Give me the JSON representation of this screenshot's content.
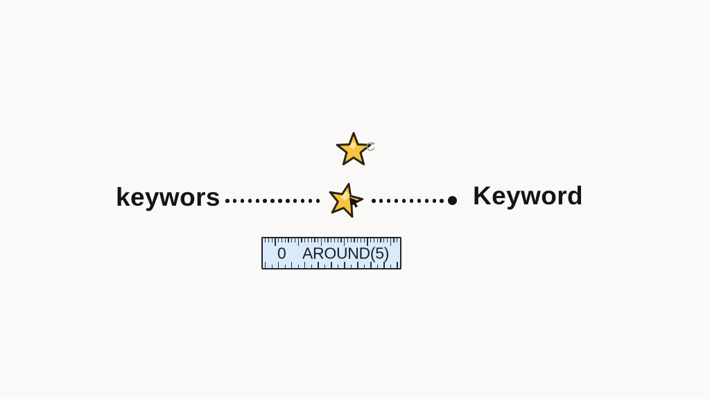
{
  "colors": {
    "bg": "#faf9f7",
    "ink": "#141414",
    "star-fill": "#f6c441",
    "star-stroke": "#2a2310",
    "star-highlight": "#fde9a2",
    "icon-gray": "#9b9b9b",
    "ruler-fill": "#d9eafb",
    "ruler-border": "#20242c",
    "ruler-tick": "#2a2f38",
    "ruler-text": "#1a1f26"
  },
  "diagram": {
    "left_label": "keywors",
    "right_label": "Keyword",
    "dots": {
      "left_count": 13,
      "right_count": 10
    },
    "ruler": {
      "zero_label": "0",
      "proximity_label": "AROUND(5)",
      "top_ticks": {
        "count": 41,
        "long_every": 7
      },
      "bottom_ticks": {
        "count": 21
      }
    }
  }
}
